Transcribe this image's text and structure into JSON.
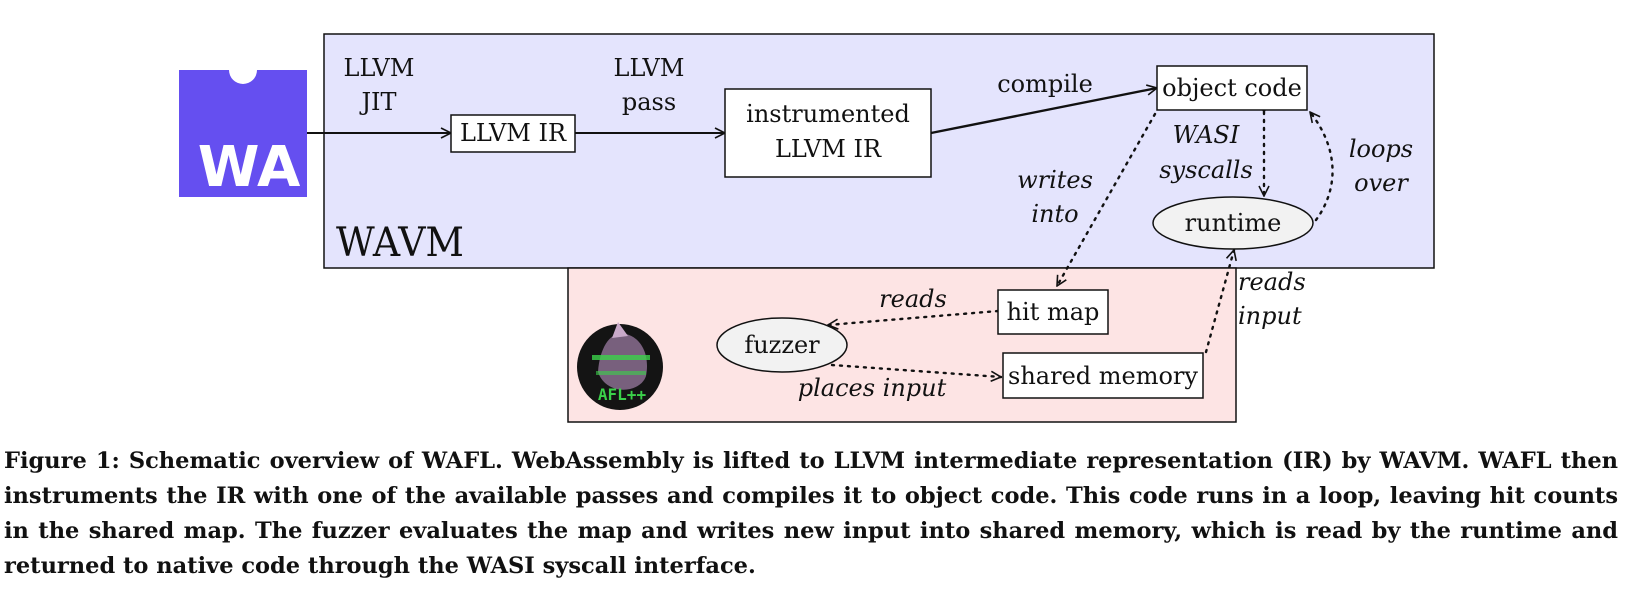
{
  "colors": {
    "wavm_box": "#e4e4fd",
    "fuzz_box": "#fde4e4",
    "wa_logo": "#654ff0",
    "ink": "#111111"
  },
  "logos": {
    "webassembly": {
      "icon": "webassembly-logo-icon",
      "text": "WA"
    },
    "wavm": {
      "icon": "wavm-logo-icon",
      "text": "WAVM"
    },
    "fuzzer": {
      "icon": "afl-plus-plus-logo-icon",
      "text": "AFL++"
    }
  },
  "nodes": {
    "llvm_ir": "LLVM IR",
    "instrumented": [
      "instrumented",
      "LLVM IR"
    ],
    "object_code": "object code",
    "runtime": "runtime",
    "hit_map": "hit map",
    "fuzzer": "fuzzer",
    "shared_memory": "shared memory"
  },
  "edge_labels": {
    "llvm_jit": [
      "LLVM",
      "JIT"
    ],
    "llvm_pass": [
      "LLVM",
      "pass"
    ],
    "compile": "compile",
    "wasi_syscalls": [
      "WASI",
      "syscalls"
    ],
    "writes_into": [
      "writes",
      "into"
    ],
    "loops_over": [
      "loops",
      "over"
    ],
    "reads": "reads",
    "reads_input": [
      "reads",
      "input"
    ],
    "places_input": "places input"
  },
  "caption": "Figure 1: Schematic overview of WAFL. WebAssembly is lifted to LLVM intermediate representation (IR) by WAVM. WAFL then instruments the IR with one of the available passes and compiles it to object code. This code runs in a loop, leaving hit counts in the shared map. The fuzzer evaluates the map and writes new input into shared memory, which is read by the runtime and returned to native code through the WASI syscall interface."
}
